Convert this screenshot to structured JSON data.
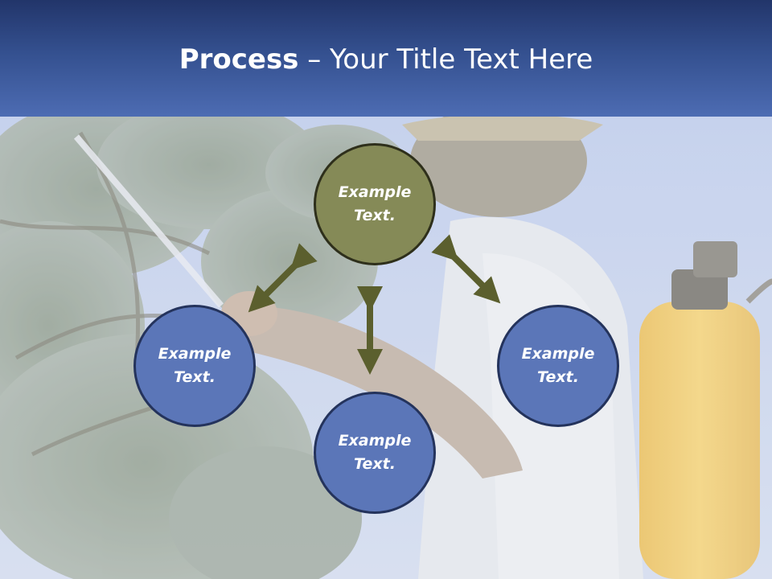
{
  "slide": {
    "title_bold": "Process",
    "title_rest": " – Your Title Text Here"
  },
  "diagram": {
    "nodes": [
      {
        "id": "top",
        "text": "Example\nText."
      },
      {
        "id": "left",
        "text": "Example\nText."
      },
      {
        "id": "right",
        "text": "Example\nText."
      },
      {
        "id": "bottom",
        "text": "Example\nText."
      }
    ]
  },
  "colors": {
    "header": "#34508f",
    "top_node": "#858a57",
    "other_nodes": "#5b76b8",
    "arrows": "#5b5f2e"
  }
}
